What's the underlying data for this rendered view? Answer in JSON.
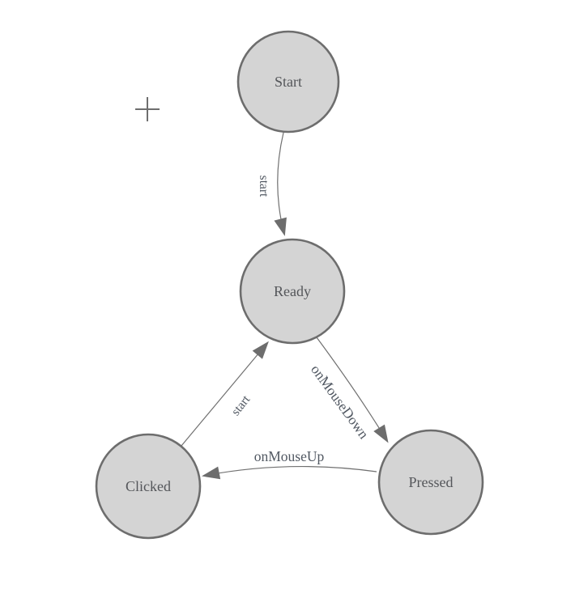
{
  "diagram": {
    "type": "state-machine",
    "nodes": [
      {
        "id": "start",
        "label": "Start"
      },
      {
        "id": "ready",
        "label": "Ready"
      },
      {
        "id": "clicked",
        "label": "Clicked"
      },
      {
        "id": "pressed",
        "label": "Pressed"
      }
    ],
    "edges": [
      {
        "from": "Start",
        "to": "Ready",
        "label": "start"
      },
      {
        "from": "Clicked",
        "to": "Ready",
        "label": "start"
      },
      {
        "from": "Ready",
        "to": "Pressed",
        "label": "onMouseDown"
      },
      {
        "from": "Pressed",
        "to": "Clicked",
        "label": "onMouseUp"
      }
    ],
    "icons": [
      {
        "name": "crosshair-plus-icon"
      }
    ],
    "colors": {
      "background": "#ffffff",
      "node_fill": "#d4d4d4",
      "node_border": "#6d6d6d",
      "edge_line": "#707070",
      "arrowhead": "#6d6d6d",
      "node_text": "#54565a",
      "edge_text": "#515862"
    }
  }
}
